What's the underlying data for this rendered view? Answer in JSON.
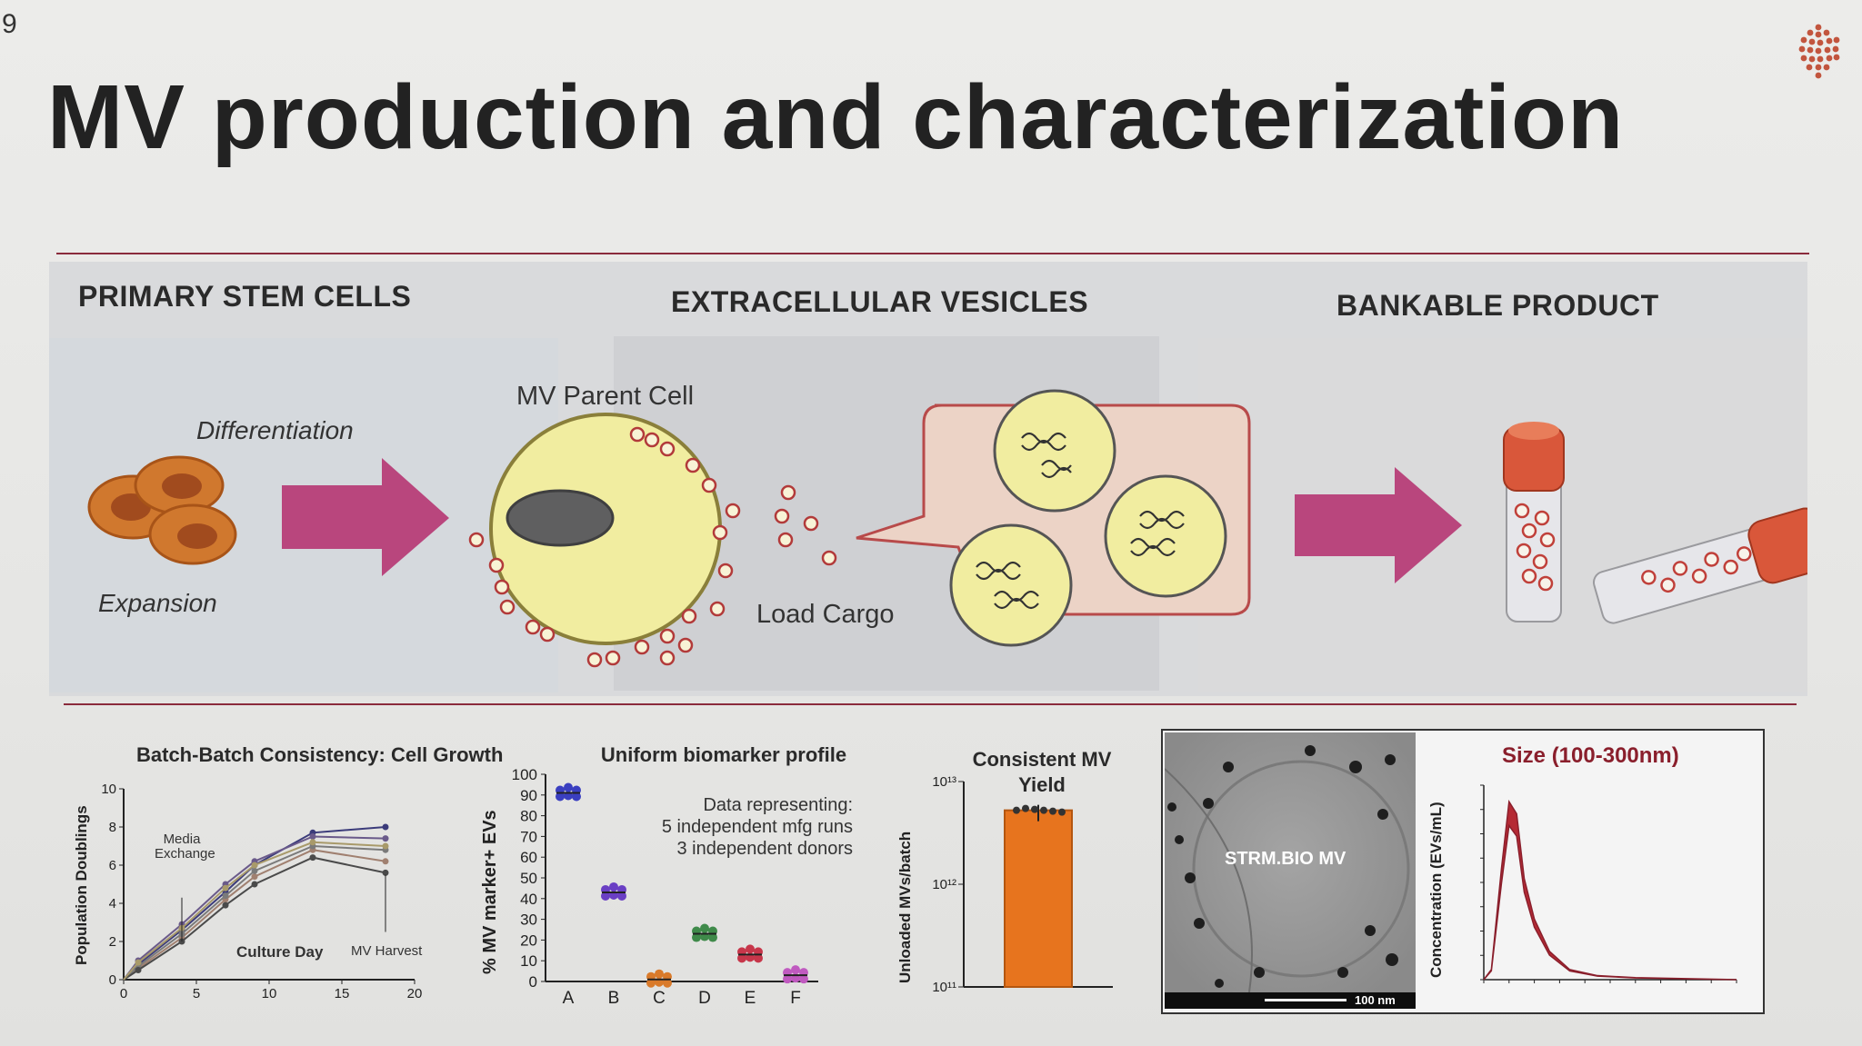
{
  "slide": {
    "number": "9",
    "title": "MV production and characterization"
  },
  "sections": {
    "primary": "PRIMARY STEM CELLS",
    "vesicles": "EXTRACELLULAR VESICLES",
    "bankable": "BANKABLE PRODUCT"
  },
  "diagram": {
    "differentiation": "Differentiation",
    "expansion": "Expansion",
    "parent_cell": "MV Parent Cell",
    "load_cargo": "Load Cargo",
    "colors": {
      "arrow": "#b9467d",
      "cell": "#f1eda0",
      "vial_cap": "#d9573a"
    }
  },
  "chart_data": [
    {
      "type": "line",
      "title": "Batch-Batch Consistency: Cell Growth",
      "xlabel": "Culture Day",
      "ylabel": "Population Doublings",
      "xlim": [
        0,
        20
      ],
      "ylim": [
        0,
        10
      ],
      "xticks": [
        "0",
        "5",
        "10",
        "15",
        "20"
      ],
      "yticks": [
        "0",
        "2",
        "4",
        "6",
        "8",
        "10"
      ],
      "annotations": [
        "Media Exchange",
        "MV Harvest"
      ],
      "x": [
        0,
        1,
        4,
        7,
        9,
        13,
        18
      ],
      "series": [
        {
          "values": [
            0,
            0.8,
            2.6,
            4.6,
            6.0,
            7.7,
            8.0
          ]
        },
        {
          "values": [
            0,
            1.0,
            2.9,
            5.0,
            6.2,
            7.5,
            7.4
          ]
        },
        {
          "values": [
            0,
            0.6,
            2.2,
            4.2,
            5.4,
            6.8,
            6.2
          ]
        },
        {
          "values": [
            0,
            0.7,
            2.4,
            4.4,
            5.7,
            7.0,
            6.8
          ]
        },
        {
          "values": [
            0,
            0.5,
            2.0,
            3.9,
            5.0,
            6.4,
            5.6
          ]
        },
        {
          "values": [
            0,
            0.9,
            2.7,
            4.8,
            6.0,
            7.2,
            7.0
          ]
        }
      ]
    },
    {
      "type": "scatter",
      "title": "Uniform biomarker profile",
      "ylabel": "% MV marker+ EVs",
      "ylim": [
        0,
        100
      ],
      "yticks": [
        "0",
        "10",
        "20",
        "30",
        "40",
        "50",
        "60",
        "70",
        "80",
        "90",
        "100"
      ],
      "categories": [
        "A",
        "B",
        "C",
        "D",
        "E",
        "F"
      ],
      "values": [
        91,
        43,
        1,
        23,
        13,
        3
      ],
      "colors": [
        "#3a3fc0",
        "#6a3fc4",
        "#d97a2a",
        "#3f8a4a",
        "#c7364a",
        "#c05ac0"
      ],
      "note": [
        "Data representing:",
        "5 independent mfg runs",
        "3 independent donors"
      ]
    },
    {
      "type": "bar",
      "title": "Consistent MV Yield",
      "ylabel": "Unloaded MVs/batch",
      "yticks": [
        "10¹¹",
        "10¹²",
        "10¹³"
      ],
      "ylim_log10": [
        11,
        13
      ],
      "values_log10": [
        12.72
      ],
      "color": "#e7741e"
    },
    {
      "type": "area",
      "title": "Size (100-300nm)",
      "ylabel": "Concentration (EVs/mL)",
      "color": "#b52a34"
    }
  ],
  "em_image": {
    "label": "STRM.BIO MV",
    "scale_bar": "100 nm"
  }
}
